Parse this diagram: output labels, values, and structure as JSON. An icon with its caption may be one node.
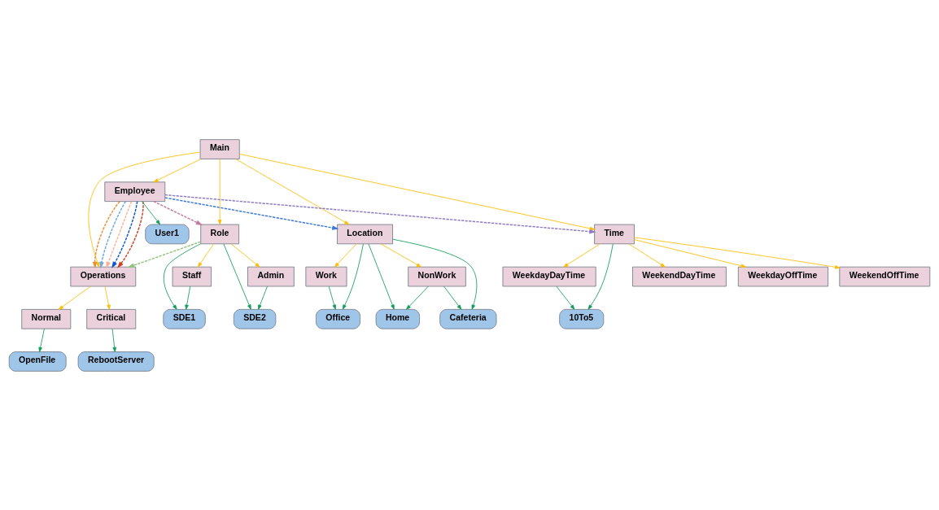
{
  "diagram": {
    "nodes": [
      {
        "text": [
          "Main"
        ]
      },
      {
        "text": [
          "OpenFile"
        ]
      },
      {
        "text": [
          "Operations"
        ]
      },
      {
        "text": [
          "Staff"
        ]
      },
      {
        "text": [
          "Role"
        ]
      },
      {
        "text": [
          "SDE1"
        ]
      },
      {
        "text": [
          "Normal"
        ]
      },
      {
        "text": [
          "Critical"
        ]
      },
      {
        "text": [
          "Employee"
        ]
      },
      {
        "text": [
          "Admin"
        ]
      },
      {
        "text": [
          "SDE2"
        ]
      },
      {
        "text": [
          "RebootServer"
        ]
      },
      {
        "text": [
          "User1"
        ]
      },
      {
        "text": [
          "Location"
        ]
      },
      {
        "text": [
          "Office"
        ]
      },
      {
        "text": [
          "Time"
        ]
      },
      {
        "text": [
          "Work"
        ]
      },
      {
        "text": [
          "10To5"
        ]
      },
      {
        "text": [
          "NonWork"
        ]
      },
      {
        "text": [
          "WeekendDayTime"
        ]
      },
      {
        "text": [
          "Home"
        ]
      },
      {
        "text": [
          "WeekdayDayTime"
        ]
      },
      {
        "text": [
          "Cafeteria"
        ]
      },
      {
        "text": [
          "WeekdayOffTime"
        ]
      },
      {
        "text": [
          "WeekendOffTime"
        ]
      }
    ],
    "edges": [
      {
        "from": 0,
        "to": 2,
        "arrow": "to",
        "color": "#fbbc04"
      },
      {
        "from": 0,
        "to": 4,
        "arrow": "to",
        "color": "#fbbc04"
      },
      {
        "from": 0,
        "to": 15,
        "arrow": "to",
        "color": "#fbbc04"
      },
      {
        "from": 0,
        "to": 8,
        "arrow": "to",
        "color": "#fbbc04"
      },
      {
        "from": 0,
        "to": 13,
        "arrow": "to",
        "color": "#fbbc04"
      },
      {
        "from": 2,
        "to": 6,
        "arrow": "to",
        "color": "#fbbc04"
      },
      {
        "from": 2,
        "to": 7,
        "arrow": "to",
        "color": "#fbbc04"
      },
      {
        "from": 6,
        "to": 1,
        "arrow": "to",
        "color": "#0f9d58"
      },
      {
        "from": 7,
        "to": 11,
        "arrow": "to",
        "color": "#0f9d58"
      },
      {
        "from": 4,
        "to": 3,
        "arrow": "to",
        "color": "#fbbc04"
      },
      {
        "from": 3,
        "to": 5,
        "arrow": "to",
        "color": "#0f9d58"
      },
      {
        "from": 4,
        "to": 5,
        "arrow": "to",
        "color": "#0f9d58"
      },
      {
        "from": 4,
        "to": 9,
        "arrow": "to",
        "color": "#fbbc04"
      },
      {
        "from": 4,
        "to": 10,
        "arrow": "to",
        "color": "#0f9d58"
      },
      {
        "from": 9,
        "to": 10,
        "arrow": "to",
        "color": "#0f9d58"
      },
      {
        "from": 8,
        "to": 12,
        "arrow": "to",
        "color": "#0f9d58"
      },
      {
        "from": 8,
        "to": 2,
        "arrow": "to",
        "style": "dashed",
        "color": "#e69138"
      },
      {
        "from": 8,
        "to": 2,
        "arrow": "to",
        "style": "dashed",
        "color": "#6fa8dc"
      },
      {
        "from": 8,
        "to": 2,
        "arrow": "to",
        "style": "dashed",
        "color": "#f9b29a"
      },
      {
        "from": 8,
        "to": 2,
        "arrow": "to",
        "style": "dashed",
        "color": "#1155cc"
      },
      {
        "from": 8,
        "to": 2,
        "arrow": "to",
        "style": "dashed",
        "color": "#cc4125"
      },
      {
        "from": 4,
        "to": 2,
        "arrow": "to",
        "style": "dashed",
        "color": "#93c47d"
      },
      {
        "from": 8,
        "to": 4,
        "arrow": "to",
        "style": "dashed",
        "color": "#c27ba0"
      },
      {
        "from": 8,
        "to": 15,
        "arrow": "to",
        "style": "dashed",
        "color": "#8e7cc3"
      },
      {
        "from": 8,
        "to": 13,
        "arrow": "to",
        "style": "dashed",
        "color": "#3c78d8"
      },
      {
        "from": 13,
        "to": 14,
        "arrow": "to",
        "color": "#0f9d58"
      },
      {
        "from": 13,
        "to": 16,
        "arrow": "to",
        "color": "#fbbc04"
      },
      {
        "from": 13,
        "to": 18,
        "arrow": "to",
        "color": "#fbbc04"
      },
      {
        "from": 13,
        "to": 20,
        "arrow": "to",
        "color": "#0f9d58"
      },
      {
        "from": 13,
        "to": 22,
        "arrow": "to",
        "color": "#0f9d58"
      },
      {
        "from": 16,
        "to": 14,
        "arrow": "to",
        "color": "#0f9d58"
      },
      {
        "from": 18,
        "to": 20,
        "arrow": "to",
        "color": "#0f9d58"
      },
      {
        "from": 18,
        "to": 22,
        "arrow": "to",
        "color": "#0f9d58"
      },
      {
        "from": 15,
        "to": 17,
        "arrow": "to",
        "color": "#0f9d58"
      },
      {
        "from": 15,
        "to": 19,
        "arrow": "to",
        "color": "#fbbc04"
      },
      {
        "from": 15,
        "to": 23,
        "arrow": "to",
        "color": "#fbbc04"
      },
      {
        "from": 15,
        "to": 24,
        "arrow": "to",
        "color": "#fbbc04"
      },
      {
        "from": 15,
        "to": 21,
        "arrow": "to",
        "color": "#fbbc04"
      },
      {
        "from": 21,
        "to": 17,
        "arrow": "to",
        "color": "#0f9d58"
      }
    ]
  }
}
